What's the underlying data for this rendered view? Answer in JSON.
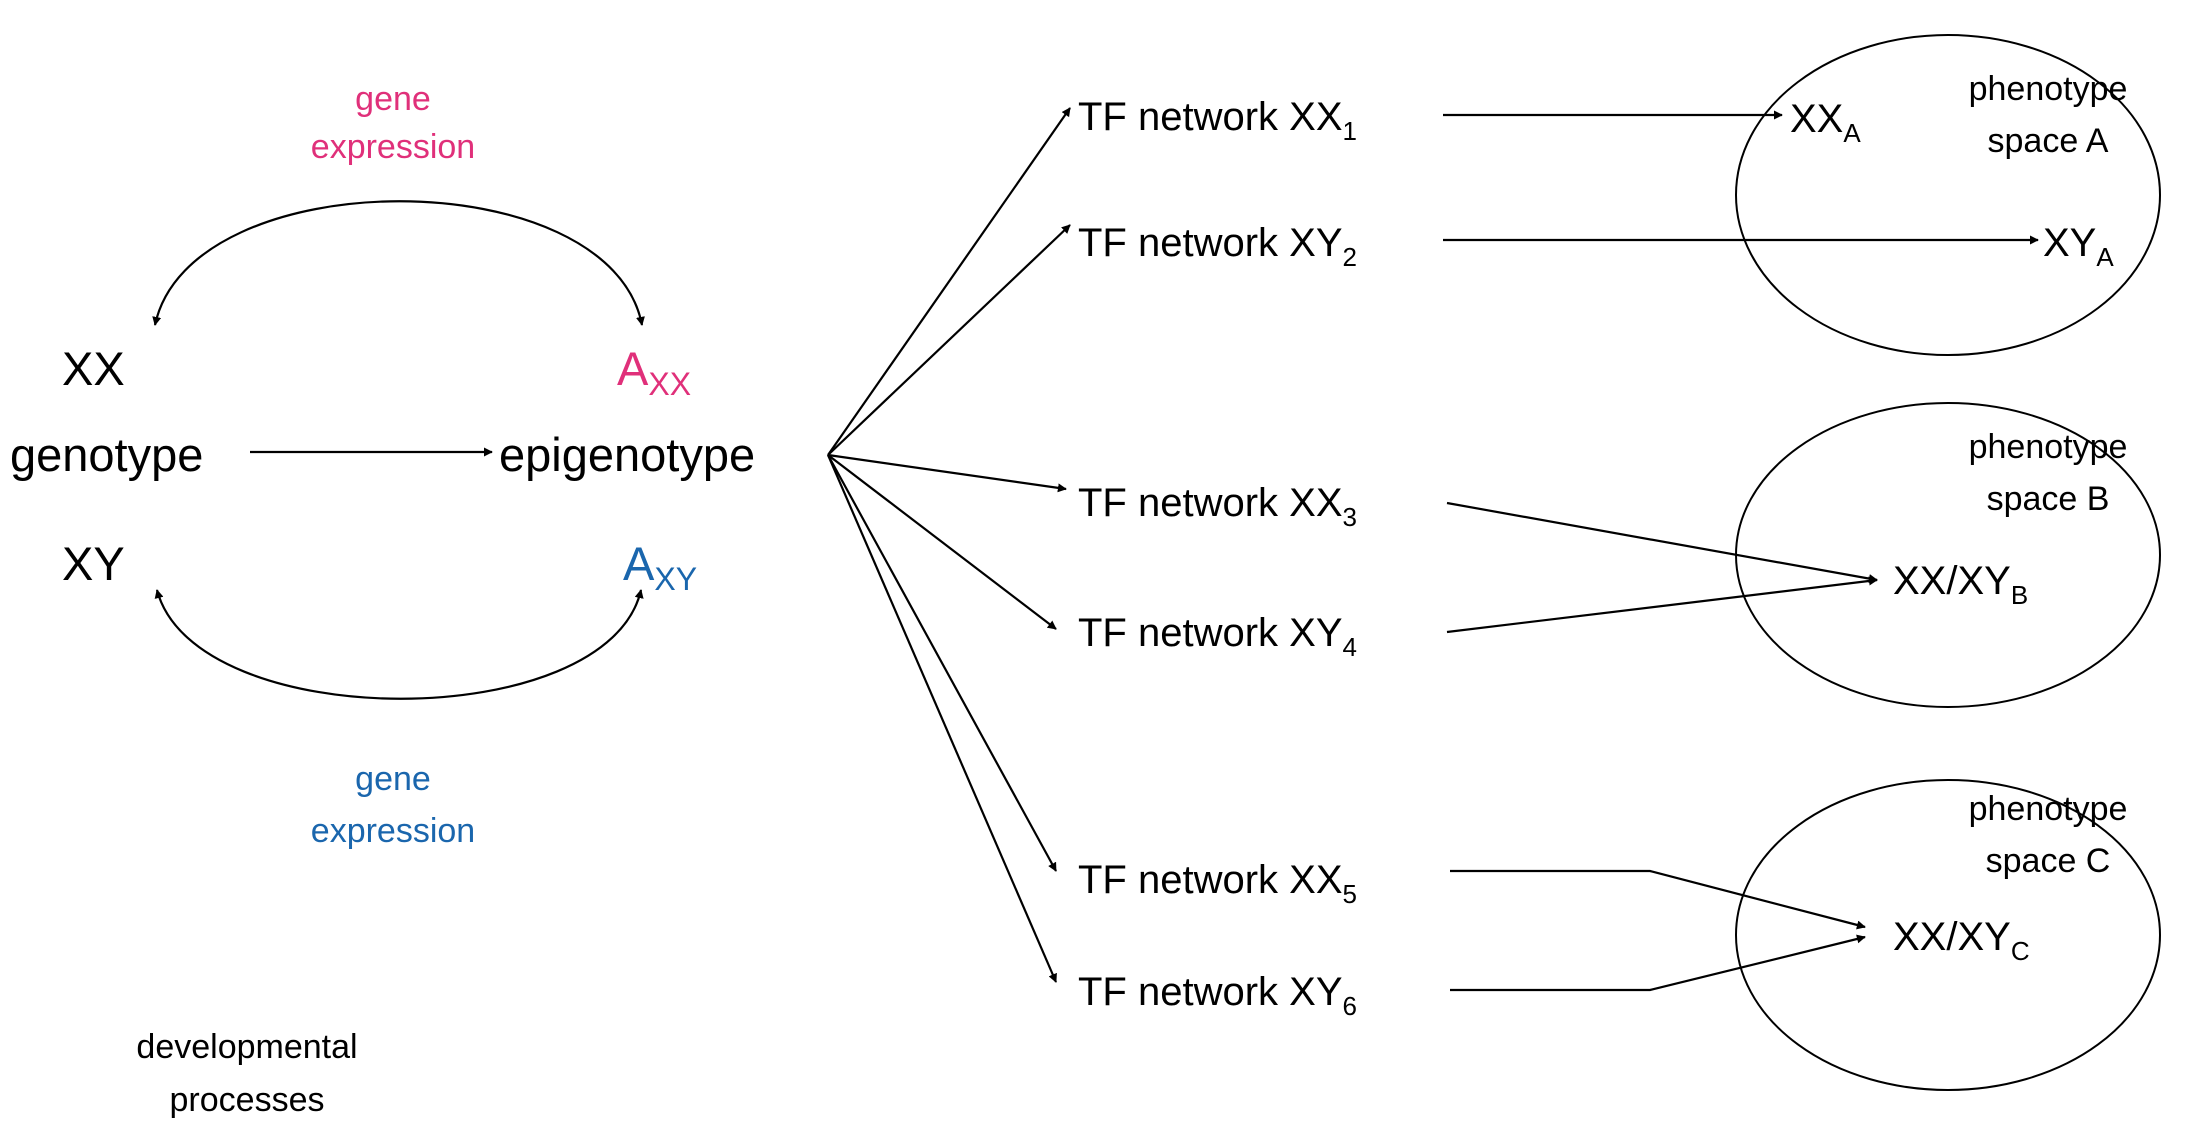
{
  "colors": {
    "pink": "#e0307a",
    "blue": "#1a66ad",
    "black": "#000000"
  },
  "left": {
    "gene_expression_top": [
      "gene",
      "expression"
    ],
    "gene_expression_bottom": [
      "gene",
      "expression"
    ],
    "xx": "XX",
    "xy": "XY",
    "genotype": "genotype",
    "epigenotype": "epigenotype",
    "a_xx": {
      "base": "A",
      "sub": "XX"
    },
    "a_xy": {
      "base": "A",
      "sub": "XY"
    },
    "developmental": [
      "developmental",
      "processes"
    ]
  },
  "networks": [
    {
      "prefix": "TF network ",
      "name": "XX",
      "sub": "1"
    },
    {
      "prefix": "TF network ",
      "name": "XY",
      "sub": "2"
    },
    {
      "prefix": "TF network ",
      "name": "XX",
      "sub": "3"
    },
    {
      "prefix": "TF network ",
      "name": "XY",
      "sub": "4"
    },
    {
      "prefix": "TF network ",
      "name": "XX",
      "sub": "5"
    },
    {
      "prefix": "TF network ",
      "name": "XY",
      "sub": "6"
    }
  ],
  "spaces": [
    {
      "label": [
        "phenotype",
        "space A"
      ]
    },
    {
      "label": [
        "phenotype",
        "space B"
      ]
    },
    {
      "label": [
        "phenotype",
        "space C"
      ]
    }
  ],
  "outcomes": {
    "xx_a": {
      "base": "XX",
      "sub": "A"
    },
    "xy_a": {
      "base": "XY",
      "sub": "A"
    },
    "xxxy_b": {
      "base": "XX/XY",
      "sub": "B"
    },
    "xxxy_c": {
      "base": "XX/XY",
      "sub": "C"
    }
  }
}
